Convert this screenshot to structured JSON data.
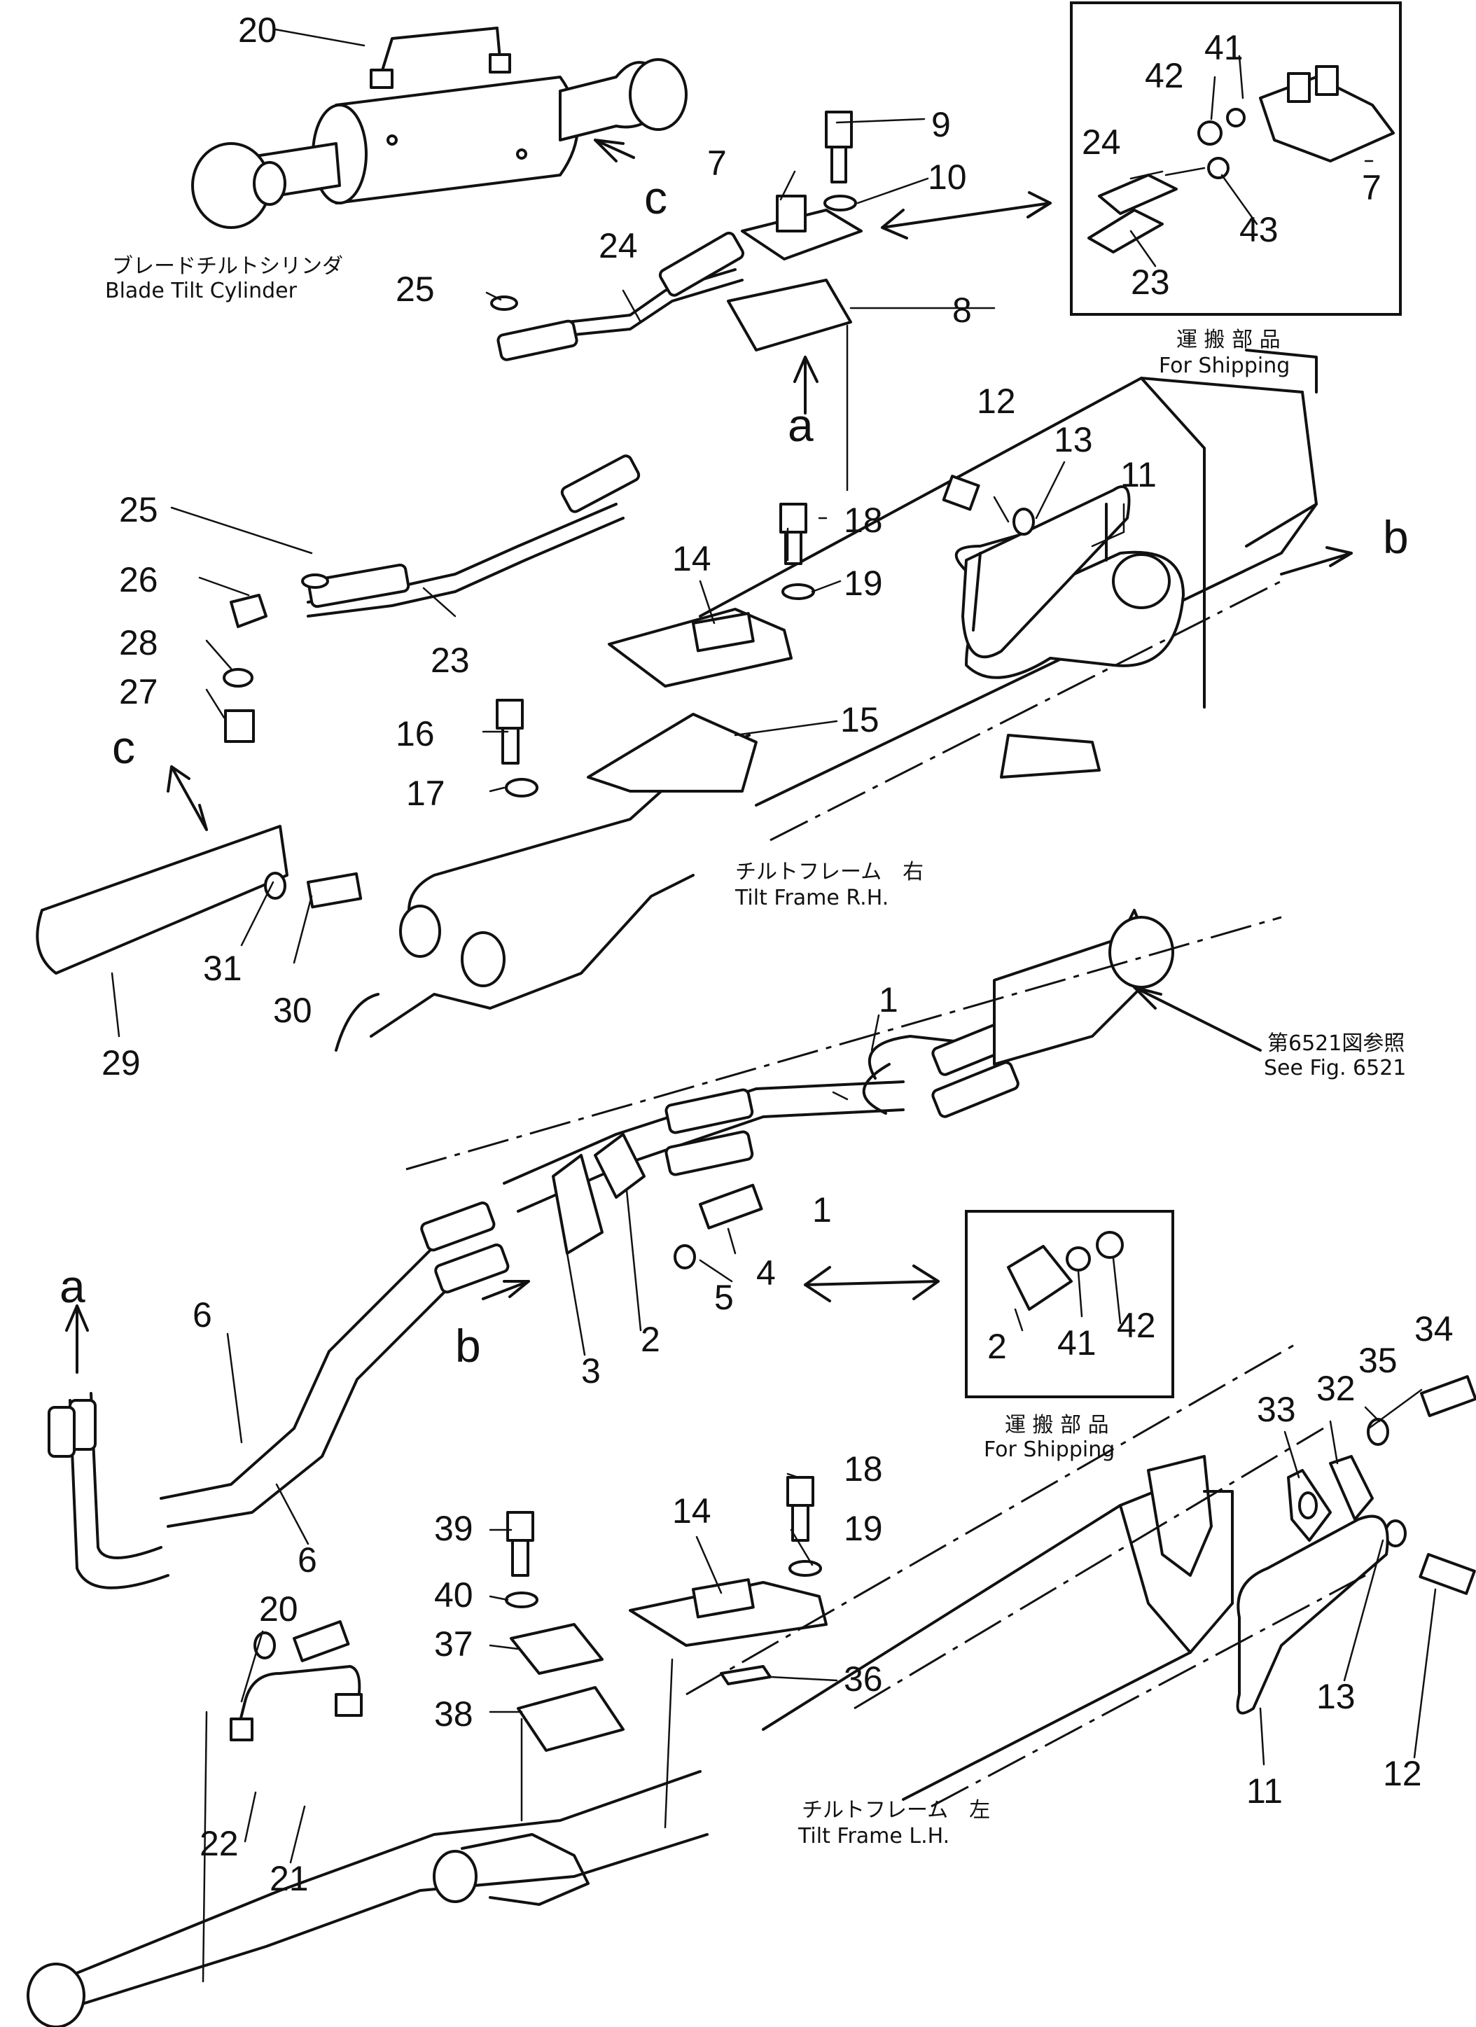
{
  "captions": {
    "cyl_jp": "ブレードチルトシリンダ",
    "cyl_en": "Blade Tilt Cylinder",
    "ship1_jp": "運 搬 部 品",
    "ship1_en": "For Shipping",
    "ship2_jp": "運 搬 部 品",
    "ship2_en": "For Shipping",
    "rh_jp": "チルトフレーム　右",
    "rh_en": "Tilt Frame R.H.",
    "lh_jp": "チルトフレーム　左",
    "lh_en": "Tilt Frame L.H.",
    "see_jp": "第6521図参照",
    "see_en": "See Fig. 6521"
  },
  "letters": {
    "a_top": "a",
    "a_left": "a",
    "b_right": "b",
    "b_mid": "b",
    "c_top": "c",
    "c_left": "c"
  },
  "callouts": {
    "n20a": "20",
    "n9": "9",
    "n10": "10",
    "n7": "7",
    "n7b": "7",
    "n41a": "41",
    "n42a": "42",
    "n24a": "24",
    "n43": "43",
    "n23a": "23",
    "n25a": "25",
    "n24": "24",
    "n8": "8",
    "n12a": "12",
    "n13a": "13",
    "n11a": "11",
    "n25b": "25",
    "n26": "26",
    "n28": "28",
    "n27": "27",
    "n23": "23",
    "n18a": "18",
    "n19a": "19",
    "n14a": "14",
    "n16": "16",
    "n15": "15",
    "n17": "17",
    "n29": "29",
    "n31": "31",
    "n30": "30",
    "n1a": "1",
    "n1b": "1",
    "n4": "4",
    "n5": "5",
    "n2": "2",
    "n3": "3",
    "n6a": "6",
    "n6b": "6",
    "n2b": "2",
    "n41b": "41",
    "n42b": "42",
    "n34": "34",
    "n35": "35",
    "n32": "32",
    "n33": "33",
    "n18b": "18",
    "n19b": "19",
    "n14b": "14",
    "n39": "39",
    "n40": "40",
    "n37": "37",
    "n36": "36",
    "n38": "38",
    "n20b": "20",
    "n22": "22",
    "n21": "21",
    "n13b": "13",
    "n12b": "12",
    "n11b": "11"
  }
}
